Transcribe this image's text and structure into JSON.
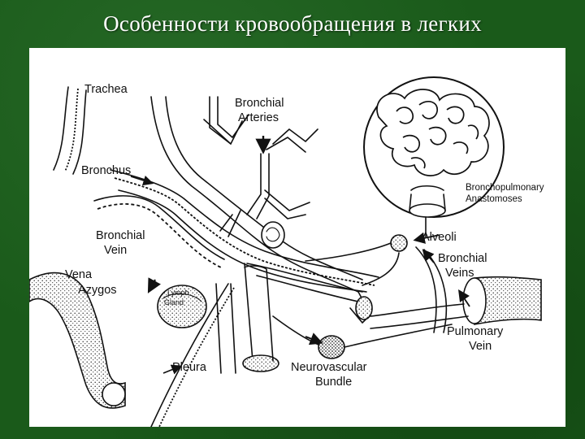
{
  "slide": {
    "title": "Особенности кровообращения в легких"
  },
  "diagram": {
    "labels": {
      "trachea": "Trachea",
      "bronchial_arteries_1": "Bronchial",
      "bronchial_arteries_2": "Arteries",
      "bronchus": "Bronchus",
      "bronchopulmonary_1": "Bronchopulmonary",
      "bronchopulmonary_2": "Anastomoses",
      "bronchial_vein_1": "Bronchial",
      "bronchial_vein_2": "Vein",
      "alveoli": "Alveoli",
      "vena_azygos_1": "Vena",
      "vena_azygos_2": "Azygos",
      "lymph_gland_1": "Lymph",
      "lymph_gland_2": "Gland",
      "bronchial_veins_1": "Bronchial",
      "bronchial_veins_2": "Veins",
      "pleura": "Pleura",
      "pulmonary_vein_1": "Pulmonary",
      "pulmonary_vein_2": "Vein",
      "neurovascular_1": "Neurovascular",
      "neurovascular_2": "Bundle"
    }
  },
  "colors": {
    "slide_background": "#1a5a1a",
    "title_text": "#ffffff",
    "figure_background": "#ffffff",
    "ink": "#111111"
  }
}
